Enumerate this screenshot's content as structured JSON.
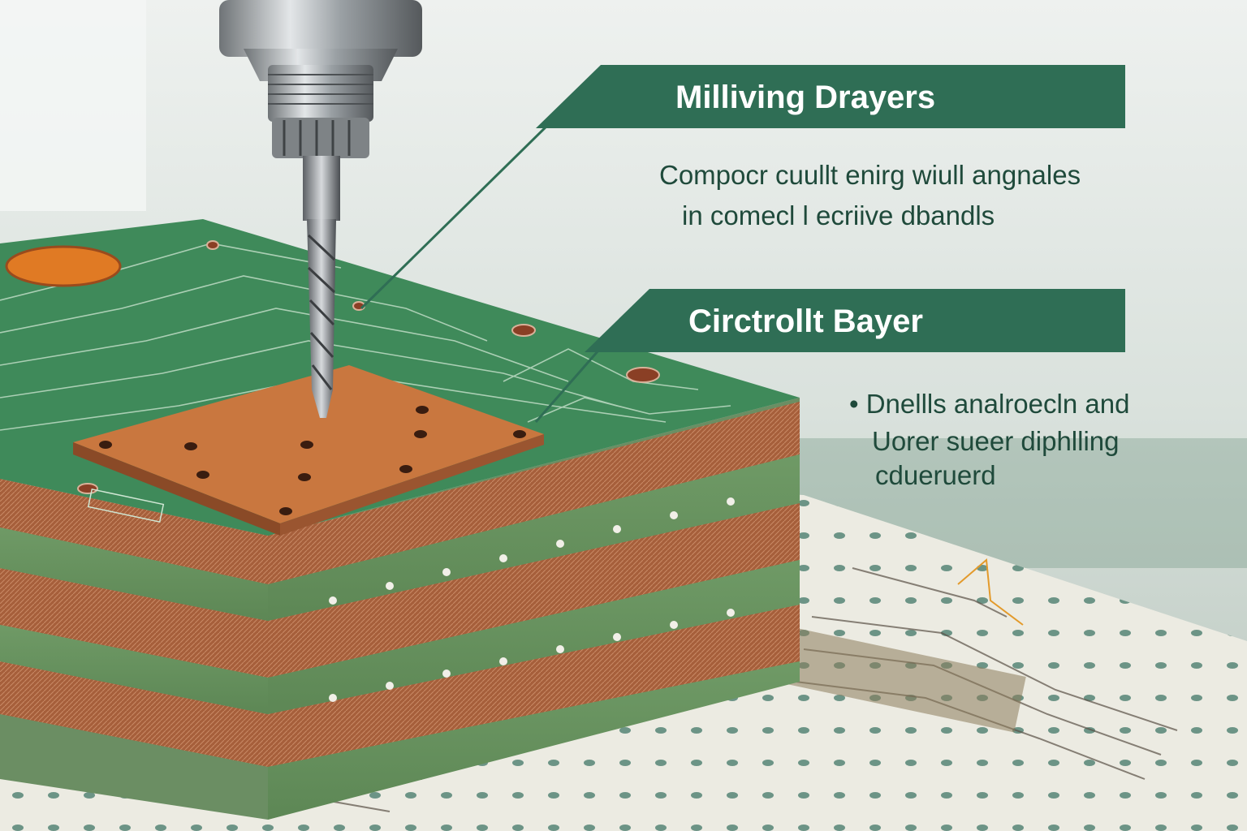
{
  "callouts": [
    {
      "title": "Milliving Drayers",
      "lines": [
        "Compocr cuullt enirg wiull angnales",
        "in comecl l ecriive dbandls"
      ]
    },
    {
      "title": "Circtrollt Bayer",
      "lines": [
        "• Dnellls analroecln and",
        "Uorer sueer diphlling",
        "cdueruerd"
      ]
    }
  ],
  "colors": {
    "banner": "#2f6e55",
    "pcb_green": "#3f8a5a",
    "copper": "#b9693f",
    "text_dark": "#1f4a3b"
  }
}
